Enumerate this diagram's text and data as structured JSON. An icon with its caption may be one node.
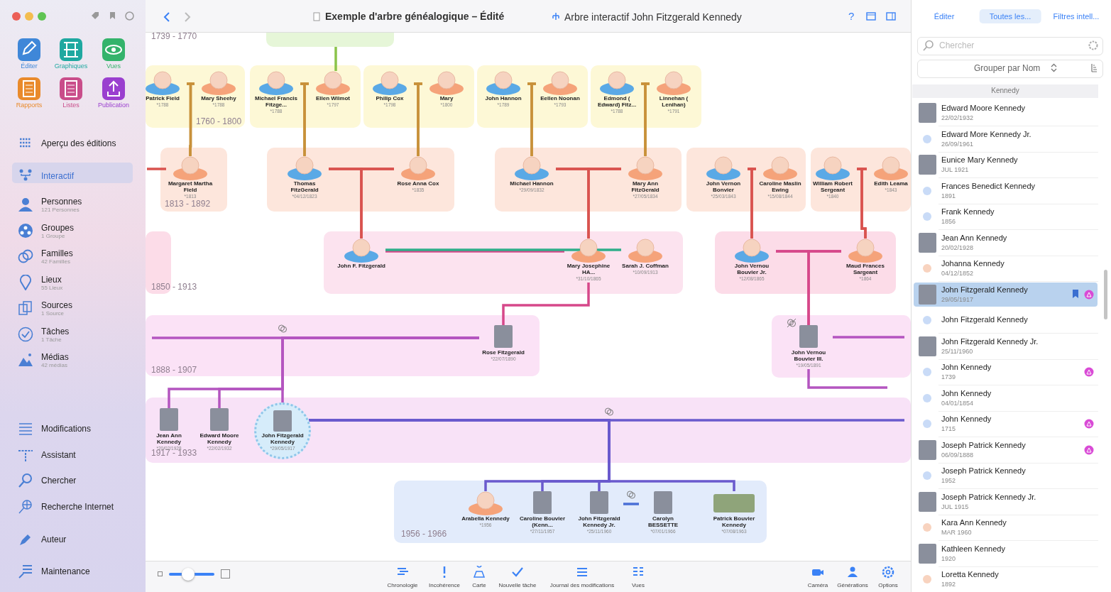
{
  "diagram": {
    "title": "Exemple d'arbre généalogique – Édité",
    "nodes": [
      {
        "text": [
          "Patrick Field",
          "*1788"
        ]
      },
      {
        "text": [
          "Mary Sheehy",
          "*1788"
        ]
      },
      {
        "text": [
          "Michael Francis Fitzge...",
          "*1788"
        ]
      },
      {
        "text": [
          "Ellen Wilmot",
          "*1797"
        ]
      },
      {
        "text": [
          "Philip Cox",
          "*1798"
        ]
      },
      {
        "text": [
          "Mary",
          "*1800"
        ]
      },
      {
        "text": [
          "John Hannon",
          "*1789"
        ]
      },
      {
        "text": [
          "Eellen Noonan",
          "*1793"
        ]
      },
      {
        "text": [
          "Edmond ( Edward) Fitz...",
          "*1788"
        ]
      },
      {
        "text": [
          "Linnehan ( Lenihan)",
          "*1791"
        ]
      },
      {
        "text": [
          "Margaret Martha Field",
          "*1813"
        ]
      },
      {
        "text": [
          "Thomas FitzGerald",
          "*04/12/1823"
        ]
      },
      {
        "text": [
          "Rose Anna Cox",
          "*1835"
        ]
      },
      {
        "text": [
          "Michael Hannon",
          "*29/09/1832"
        ]
      },
      {
        "text": [
          "Mary Ann FitzGerald",
          "*27/05/1834"
        ]
      },
      {
        "text": [
          "John Vernon Bonvier",
          "*25/03/1843"
        ]
      },
      {
        "text": [
          "Caroline Maslin Ewing",
          "*15/08/1844"
        ]
      },
      {
        "text": [
          "William Robert Sergeant",
          "*1840"
        ]
      },
      {
        "text": [
          "Edith Leama",
          "*1843"
        ]
      },
      {
        "text": [
          "John F. Fitzgerald"
        ]
      },
      {
        "text": [
          "Mary Josephine HA...",
          "*31/10/1865"
        ]
      },
      {
        "text": [
          "Sarah J. Coffman",
          "*10/09/1913"
        ]
      },
      {
        "text": [
          "John Vernou Bouvier Jr.",
          "*12/08/1865"
        ]
      },
      {
        "text": [
          "Maud Frances Sargeant",
          "*1864"
        ]
      },
      {
        "text": [
          "Rose Fitzgerald",
          "*22/07/1890"
        ]
      },
      {
        "text": [
          "John Vernou Bouvier III.",
          "*19/05/1891"
        ]
      },
      {
        "text": [
          "Jean Ann Kennedy",
          "*20/02/1928"
        ]
      },
      {
        "text": [
          "Edward Moore Kennedy",
          "*22/02/1932"
        ]
      },
      {
        "text": [
          "John Fitzgerald Kennedy",
          "*29/05/1917"
        ]
      },
      {
        "text": [
          "Arabella Kennedy",
          "*1956"
        ]
      },
      {
        "text": [
          "Caroline Bouvier (Kenn...",
          "*27/11/1957"
        ]
      },
      {
        "text": [
          "John Fitzgerald Kennedy Jr.",
          "*25/11/1960"
        ]
      },
      {
        "text": [
          "Carolyn BESSETTE",
          "*07/01/1966"
        ]
      },
      {
        "text": [
          "Patrick Bouvier Kennedy",
          "*07/08/1963"
        ]
      },
      {
        "text": [],
        "shape": "box"
      }
    ],
    "edges": [
      {
        "from": 0,
        "to": 1,
        "arrow": "none",
        "color": "#c8913a"
      },
      {
        "from": 2,
        "to": 3,
        "arrow": "none",
        "color": "#c8913a"
      },
      {
        "from": 4,
        "to": 5,
        "arrow": "none",
        "color": "#c8913a"
      },
      {
        "from": 6,
        "to": 7,
        "arrow": "none",
        "color": "#c8913a"
      },
      {
        "from": 8,
        "to": 9,
        "arrow": "none",
        "color": "#c8913a"
      },
      {
        "from": 34,
        "to": 3,
        "arrow": "none",
        "color": "#8bc34a"
      },
      {
        "from": 0,
        "to": 10,
        "arrow": "none",
        "color": "#c8913a"
      },
      {
        "from": 1,
        "to": 10,
        "arrow": "none",
        "color": "#c8913a"
      },
      {
        "from": 2,
        "to": 11,
        "arrow": "none",
        "color": "#c8913a"
      },
      {
        "from": 3,
        "to": 11,
        "arrow": "none",
        "color": "#c8913a"
      },
      {
        "from": 4,
        "to": 12,
        "arrow": "none",
        "color": "#c8913a"
      },
      {
        "from": 5,
        "to": 12,
        "arrow": "none",
        "color": "#c8913a"
      },
      {
        "from": 6,
        "to": 13,
        "arrow": "none",
        "color": "#c8913a"
      },
      {
        "from": 7,
        "to": 13,
        "arrow": "none",
        "color": "#c8913a"
      },
      {
        "from": 8,
        "to": 14,
        "arrow": "none",
        "color": "#c8913a"
      },
      {
        "from": 9,
        "to": 14,
        "arrow": "none",
        "color": "#c8913a"
      },
      {
        "from": null,
        "to": 10,
        "arrow": "none",
        "color": "#d9534f"
      },
      {
        "from": 11,
        "to": 12,
        "arrow": "none",
        "color": "#d9534f"
      },
      {
        "from": 13,
        "to": 14,
        "arrow": "none",
        "color": "#d9534f"
      },
      {
        "from": 15,
        "to": 16,
        "arrow": "none",
        "color": "#d9534f"
      },
      {
        "from": 17,
        "to": 18,
        "arrow": "none",
        "color": "#d9534f"
      },
      {
        "from": 11,
        "to": 19,
        "arrow": "none",
        "color": "#d9534f"
      },
      {
        "from": 12,
        "to": 19,
        "arrow": "none",
        "color": "#d9534f"
      },
      {
        "from": 13,
        "to": 20,
        "arrow": "none",
        "color": "#d9534f"
      },
      {
        "from": 14,
        "to": 20,
        "arrow": "none",
        "color": "#d9534f"
      },
      {
        "from": 15,
        "to": 22,
        "arrow": "none",
        "color": "#d9534f"
      },
      {
        "from": 16,
        "to": 22,
        "arrow": "none",
        "color": "#d9534f"
      },
      {
        "from": 17,
        "to": 23,
        "arrow": "none",
        "color": "#d9534f"
      },
      {
        "from": 18,
        "to": 23,
        "arrow": "none",
        "color": "#d9534f"
      },
      {
        "from": 19,
        "to": 20,
        "arrow": "none",
        "color": "#d6488a"
      },
      {
        "from": 19,
        "to": 21,
        "arrow": "none",
        "color": "#2fae8a"
      },
      {
        "from": 22,
        "to": 23,
        "arrow": "none",
        "color": "#d6488a"
      },
      {
        "from": 20,
        "to": 24,
        "arrow": "none",
        "color": "#d6488a"
      },
      {
        "from": 22,
        "to": 25,
        "arrow": "none",
        "color": "#d6488a"
      },
      {
        "from": 23,
        "to": 25,
        "arrow": "none",
        "color": "#d6488a"
      },
      {
        "from": null,
        "to": 24,
        "arrow": "none",
        "color": "#b455c0"
      },
      {
        "from": 24,
        "to": 26,
        "arrow": "none",
        "color": "#b455c0"
      },
      {
        "from": 24,
        "to": 27,
        "arrow": "none",
        "color": "#b455c0"
      },
      {
        "from": 24,
        "to": 28,
        "arrow": "none",
        "color": "#b455c0"
      },
      {
        "from": 25,
        "to": null,
        "arrow": "none",
        "color": "#b455c0"
      },
      {
        "from": 25,
        "to": null,
        "arrow": "none",
        "color": "#b455c0"
      },
      {
        "from": 28,
        "to": null,
        "arrow": "none",
        "color": "#6a5acd"
      },
      {
        "from": 28,
        "to": 29,
        "arrow": "none",
        "color": "#6a5acd"
      },
      {
        "from": 28,
        "to": 30,
        "arrow": "none",
        "color": "#6a5acd"
      },
      {
        "from": 28,
        "to": 31,
        "arrow": "none",
        "color": "#6a5acd"
      },
      {
        "from": 28,
        "to": 33,
        "arrow": "none",
        "color": "#6a5acd"
      },
      {
        "from": 31,
        "to": 32,
        "arrow": "none",
        "color": "#4a6fd6"
      }
    ],
    "labels": [
      "1739 - 1770",
      "1760 - 1800",
      "1813 - 1892",
      "1850 - 1913",
      "1888 - 1907",
      "1917 - 1933",
      "1956 - 1966",
      "Arbre interactif John Fitzgerald Kennedy",
      "Éditer",
      "Graphiques",
      "Vues",
      "Rapports",
      "Listes",
      "Publication",
      "Aperçu des éditions",
      "Interactif",
      "Personnes",
      "121 Personnes",
      "Groupes",
      "1 Groupe",
      "Familles",
      "42 Familles",
      "Lieux",
      "55 Lieux",
      "Sources",
      "1 Source",
      "Tâches",
      "1 Tâche",
      "Médias",
      "42 médias",
      "Modifications",
      "Assistant",
      "Chercher",
      "Recherche Internet",
      "Auteur",
      "Maintenance",
      "Chronologie",
      "Incohérence",
      "Carte",
      "Nouvelle tâche",
      "Journal des modifications",
      "Vues",
      "Caméra",
      "Générations",
      "Options",
      "Éditer",
      "Toutes les...",
      "Filtres intell...",
      "Chercher",
      "Grouper par Nom",
      "Kennedy",
      "Edward Moore Kennedy",
      "22/02/1932",
      "Edward More Kennedy Jr.",
      "26/09/1961",
      "Eunice Mary Kennedy",
      "JUL 1921",
      "Frances Benedict Kennedy",
      "1891",
      "Frank Kennedy",
      "1856",
      "Jean Ann Kennedy",
      "20/02/1928",
      "Johanna Kennedy",
      "04/12/1852",
      "John Fitzgerald Kennedy",
      "29/05/1917",
      "John Fitzgerald Kennedy",
      "John Fitzgerald Kennedy Jr.",
      "25/11/1960",
      "John Kennedy",
      "1739",
      "John Kennedy",
      "04/01/1854",
      "John Kennedy",
      "1715",
      "Joseph Patrick Kennedy",
      "06/09/1888",
      "Joseph Patrick Kennedy",
      "1952",
      "Joseph Patrick Kennedy Jr.",
      "JUL 1915",
      "Kara Ann Kennedy",
      "MAR 1960",
      "Kathleen Kennedy",
      "1920",
      "Loretta Kennedy",
      "1892",
      "?"
    ]
  }
}
